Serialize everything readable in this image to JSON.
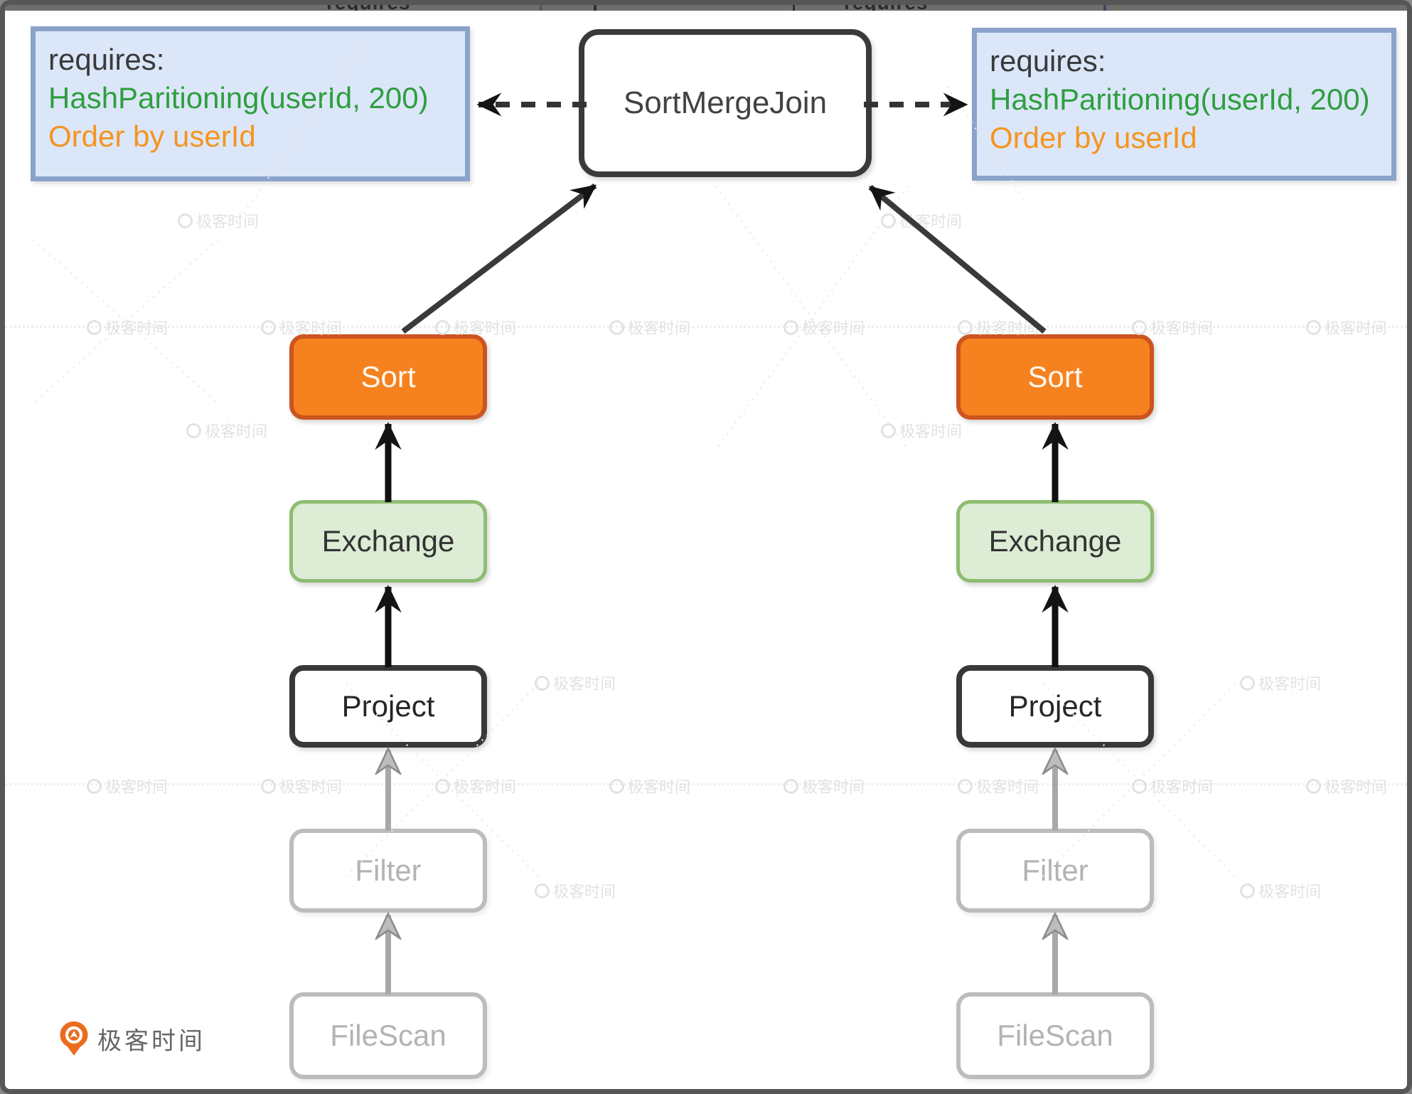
{
  "frame": {
    "top_strip_fragments": [
      {
        "text": "requires"
      },
      {
        "text": "requires"
      }
    ]
  },
  "join": {
    "label": "SortMergeJoin"
  },
  "requirements": {
    "left": {
      "title": "requires:",
      "partition": "HashParitioning(userId, 200)",
      "order": "Order by userId"
    },
    "right": {
      "title": "requires:",
      "partition": "HashParitioning(userId, 200)",
      "order": "Order by userId"
    }
  },
  "plans": {
    "left": [
      "Sort",
      "Exchange",
      "Project",
      "Filter",
      "FileScan"
    ],
    "right": [
      "Sort",
      "Exchange",
      "Project",
      "Filter",
      "FileScan"
    ]
  },
  "watermark": {
    "label": "极客时间"
  },
  "logo": {
    "label": "极客时间"
  },
  "colors": {
    "sort_fill": "#f5821f",
    "sort_border": "#cb5420",
    "exchange_fill": "#dcecd5",
    "exchange_border": "#8dbd70",
    "active_border": "#383838",
    "inactive_border": "#bcbcbc",
    "requirement_fill": "#dbe7f9",
    "requirement_border": "#8aa3cc",
    "green_text": "#2f9e3e",
    "orange_text": "#f5941f",
    "arrow_black": "#1c1c1c",
    "arrow_gray": "#a8a8a8"
  }
}
